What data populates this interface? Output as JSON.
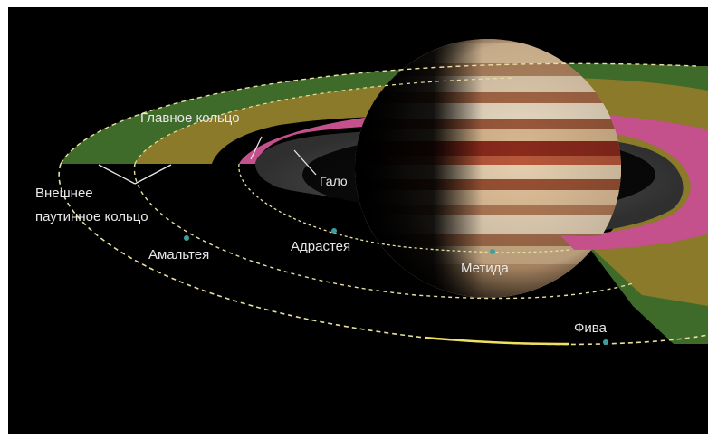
{
  "labels": {
    "main_ring": "Главное кольцо",
    "halo": "Гало",
    "outer_gossamer_line1": "Внешнее",
    "outer_gossamer_line2": "паутинное кольцо",
    "amalthea": "Амальтея",
    "adrastea": "Адрастея",
    "metis": "Метида",
    "thebe": "Фива"
  },
  "colors": {
    "background": "#000000",
    "outer_gossamer_ring": "#3f6b2a",
    "inner_gossamer_ring": "#8a7a2a",
    "main_ring": "#c4508c",
    "halo": "#4a4a4a",
    "orbit_line": "#e8e0a0",
    "label_text": "#e8e8e8"
  }
}
